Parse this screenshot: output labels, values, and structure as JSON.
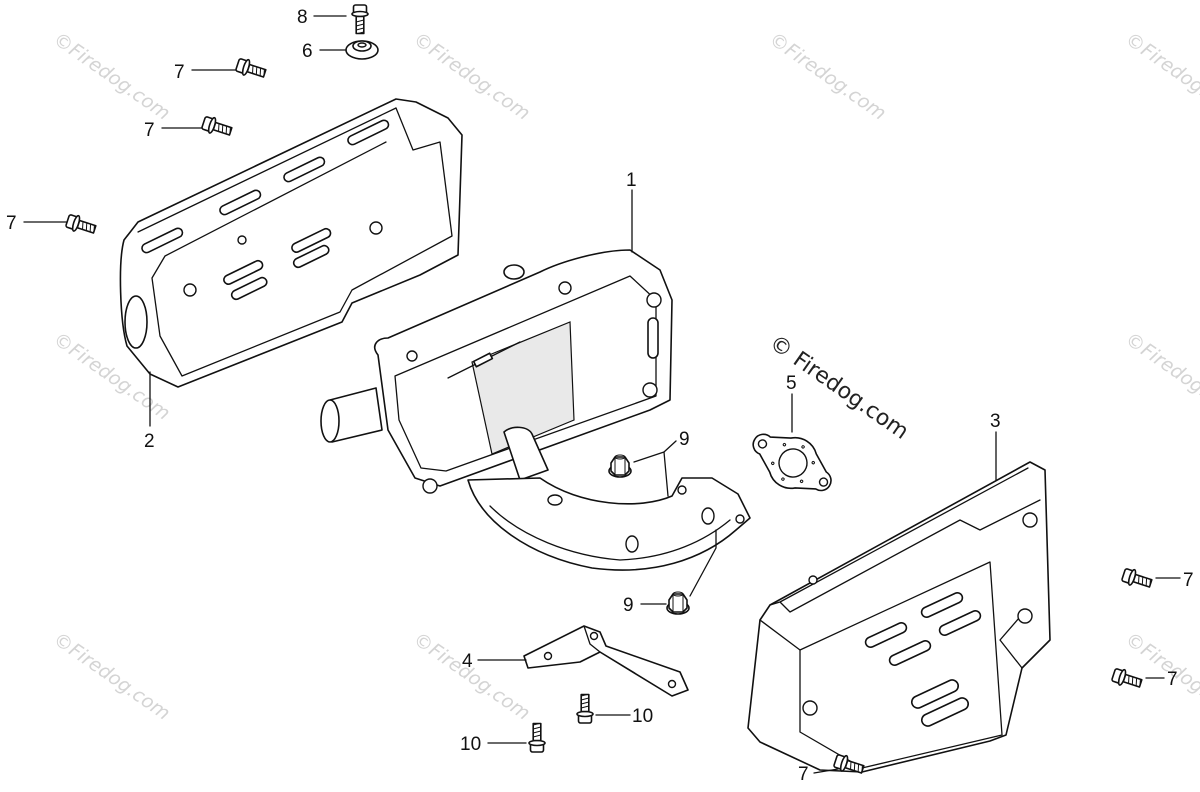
{
  "watermark": {
    "text": "©Firedog.com",
    "center_text": "© Firedog.com"
  },
  "callouts": [
    "8",
    "6",
    "7",
    "7",
    "7",
    "1",
    "2",
    "5",
    "9",
    "3",
    "9",
    "7",
    "7",
    "4",
    "10",
    "10",
    "7"
  ]
}
